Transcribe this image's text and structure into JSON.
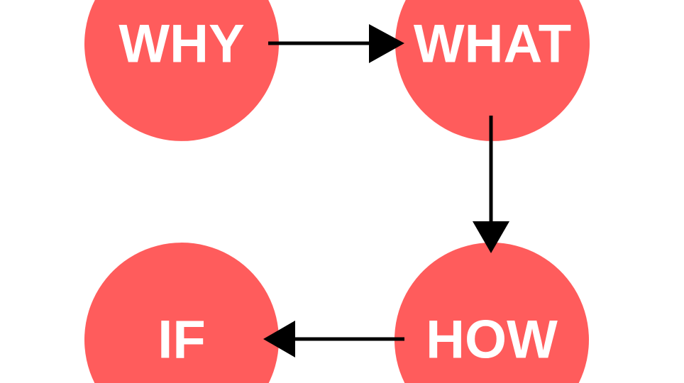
{
  "nodes": [
    {
      "id": "why",
      "label": "WHY"
    },
    {
      "id": "what",
      "label": "WHAT"
    },
    {
      "id": "how",
      "label": "HOW"
    },
    {
      "id": "if",
      "label": "IF"
    }
  ],
  "edges": [
    {
      "from": "why",
      "to": "what"
    },
    {
      "from": "what",
      "to": "how"
    },
    {
      "from": "how",
      "to": "if"
    }
  ],
  "colors": {
    "node": "#FF5C5C",
    "arrow": "#000000",
    "text": "#FFFFFF"
  }
}
